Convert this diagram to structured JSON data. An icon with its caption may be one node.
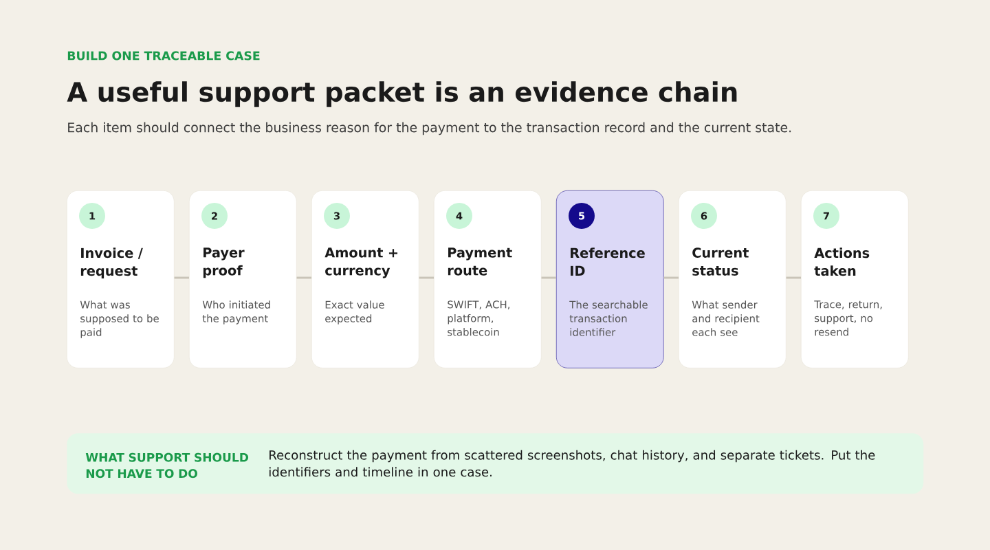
{
  "diagram": {
    "title": "A useful support packet is an evidence chain",
    "nodes": [
      {
        "text": [
          "1",
          "Invoice / request",
          "What was supposed to be paid"
        ]
      },
      {
        "text": [
          "2",
          "Payer proof",
          "Who initiated the payment"
        ]
      },
      {
        "text": [
          "3",
          "Amount + currency",
          "Exact value expected"
        ]
      },
      {
        "text": [
          "4",
          "Payment route",
          "SWIFT, ACH, platform, stablecoin"
        ]
      },
      {
        "text": [
          "5",
          "Reference ID",
          "The searchable transaction identifier"
        ]
      },
      {
        "text": [
          "6",
          "Current status",
          "What sender and recipient each see"
        ]
      },
      {
        "text": [
          "7",
          "Actions taken",
          "Trace, return, support, no resend"
        ]
      },
      {
        "text": [
          "WHAT SUPPORT SHOULD NOT HAVE TO DO",
          "Reconstruct the payment from scattered screenshots, chat history, and separate tickets. Put the identifiers and timeline in one case."
        ]
      }
    ],
    "edges": [
      {
        "from": 0,
        "to": 1,
        "arrow": "none"
      },
      {
        "from": 1,
        "to": 2,
        "arrow": "none"
      },
      {
        "from": 2,
        "to": 3,
        "arrow": "none"
      },
      {
        "from": 3,
        "to": 4,
        "arrow": "none"
      },
      {
        "from": 4,
        "to": 5,
        "arrow": "none"
      },
      {
        "from": 5,
        "to": 6,
        "arrow": "none"
      }
    ],
    "labels": [
      "BUILD ONE TRACEABLE CASE",
      "Each item should connect the business reason for the payment to the transaction record and the current state."
    ]
  }
}
